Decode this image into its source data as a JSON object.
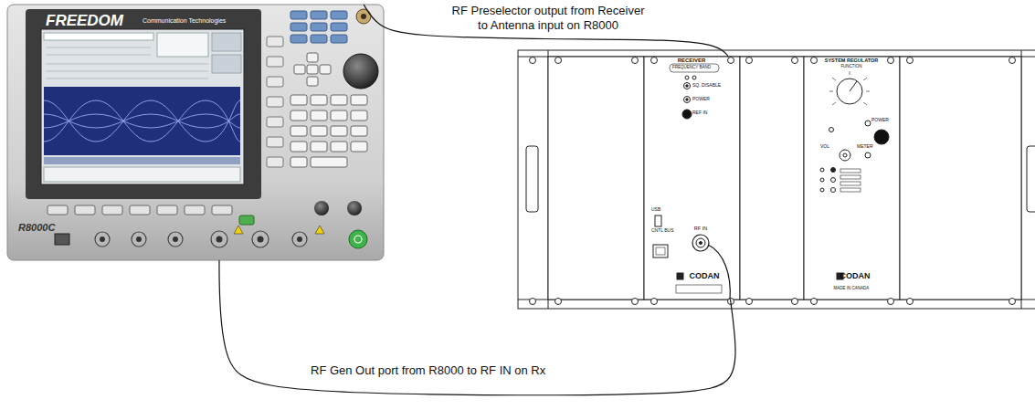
{
  "diagram": {
    "nodes": [
      {
        "text": [
          "FREEDOM",
          "Communication Technologies",
          "R8000C"
        ]
      },
      {
        "text": [
          "RECEIVER",
          "FREQUENCY BAND",
          "SQ. DISABLE",
          "POWER",
          "REF IN",
          "USB",
          "CNTL BUS",
          "RF IN",
          "CODAN"
        ]
      },
      {
        "text": [
          "SYSTEM REGULATOR",
          "FUNCTION",
          "POWER",
          "VOL",
          "METER",
          "CODAN",
          "MADE IN CANADA"
        ]
      }
    ],
    "edges": [
      {
        "from": 0,
        "to": 1,
        "label": "RF Preselector output from Receiver to Antenna input on R8000",
        "arrow": "none"
      },
      {
        "from": 0,
        "to": 1,
        "label": "RF Gen Out port from R8000 to RF IN on Rx",
        "arrow": "none"
      }
    ]
  }
}
